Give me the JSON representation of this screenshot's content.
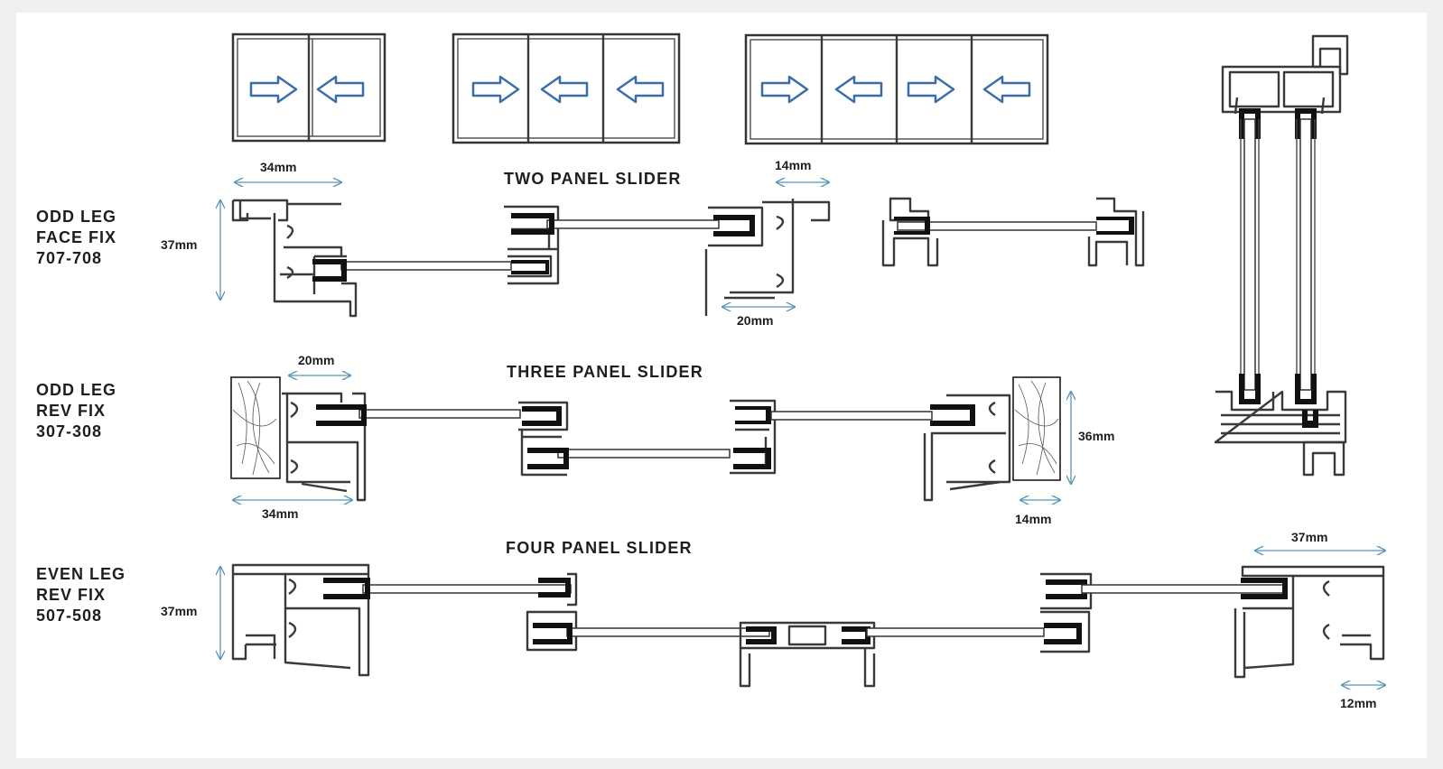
{
  "rows": [
    {
      "side": [
        "ODD LEG",
        "FACE  FIX",
        "707-708"
      ],
      "title": "TWO PANEL SLIDER"
    },
    {
      "side": [
        "ODD LEG",
        "REV FIX",
        "307-308"
      ],
      "title": "THREE PANEL SLIDER"
    },
    {
      "side": [
        "EVEN LEG",
        "REV FIX",
        "507-508"
      ],
      "title": "FOUR PANEL SLIDER"
    }
  ],
  "dimensions": {
    "row1": {
      "top_left": "34mm",
      "left_height": "37mm",
      "top_right": "14mm",
      "bottom_right": "20mm"
    },
    "row2": {
      "top_left": "20mm",
      "bottom_left": "34mm",
      "right_height": "36mm",
      "bottom_right": "14mm"
    },
    "row3": {
      "left_height": "37mm",
      "top_right": "37mm",
      "bottom_right": "12mm"
    }
  },
  "elevations": [
    {
      "panels": 2,
      "arrows": [
        "right",
        "left"
      ]
    },
    {
      "panels": 3,
      "arrows": [
        "right",
        "left",
        "left"
      ]
    },
    {
      "panels": 4,
      "arrows": [
        "right",
        "left",
        "right",
        "left"
      ]
    }
  ],
  "colors": {
    "arrow": "#3b6ea8",
    "dimension": "#5a93b8",
    "line": "#333333"
  }
}
